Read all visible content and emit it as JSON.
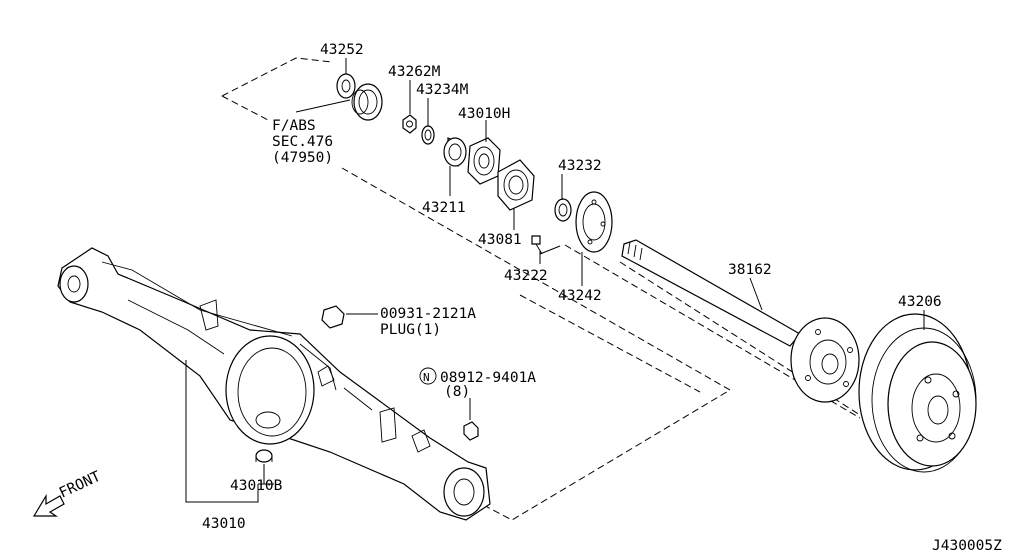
{
  "labels": {
    "p43252": "43252",
    "p43262m": "43262M",
    "p43234m": "43234M",
    "p43010h": "43010H",
    "fabs_1": "F/ABS",
    "fabs_2": "SEC.476",
    "fabs_3": "(47950)",
    "p43211": "43211",
    "p43232": "43232",
    "p43081": "43081",
    "p43222": "43222",
    "p43242": "43242",
    "p38162": "38162",
    "p43206": "43206",
    "plug_1": "00931-2121A",
    "plug_2": "PLUG(1)",
    "nut_symbol": "N",
    "nut_1": "08912-9401A",
    "nut_2": "(8)",
    "p43010b": "43010B",
    "p43010": "43010",
    "front": "FRONT",
    "figure_code": "J430005Z"
  }
}
